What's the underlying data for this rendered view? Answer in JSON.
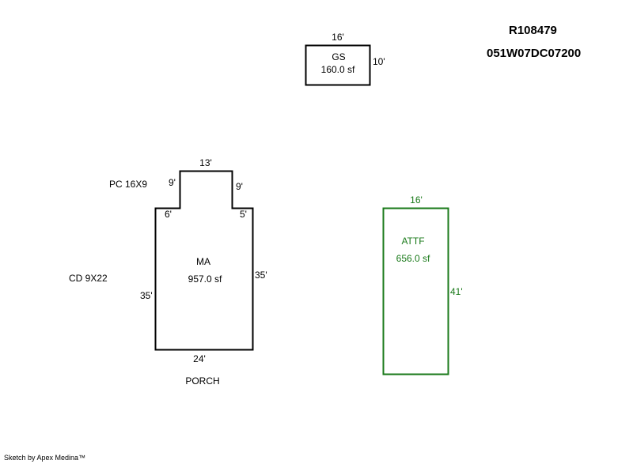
{
  "header": {
    "parcel_id": "R108479",
    "map_number": "051W07DC07200"
  },
  "colors": {
    "default_outline": "#000000",
    "attf_outline": "#1a7a1a"
  },
  "areas": {
    "gs": {
      "code": "GS",
      "area": "160.0 sf",
      "dims": {
        "top": "16'",
        "right": "10'"
      }
    },
    "ma": {
      "code": "MA",
      "area": "957.0 sf",
      "dims": {
        "top": "13'",
        "upper_left": "9'",
        "upper_right": "9'",
        "step_left": "6'",
        "step_right": "5'",
        "left": "35'",
        "right": "35'",
        "bottom": "24'"
      }
    },
    "attf": {
      "code": "ATTF",
      "area": "656.0 sf",
      "dims": {
        "top": "16'",
        "right": "41'"
      }
    }
  },
  "notes": {
    "pc": "PC 16X9",
    "cd": "CD 9X22",
    "porch": "PORCH"
  },
  "footer": "Sketch by Apex Medina™"
}
